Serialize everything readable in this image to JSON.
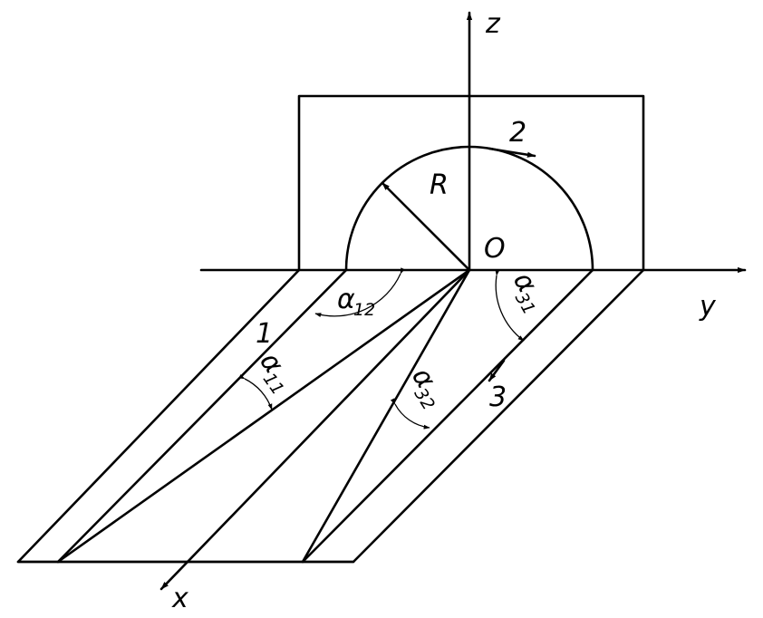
{
  "axes": {
    "x": "x",
    "y": "y",
    "z": "z"
  },
  "points": {
    "origin": "O"
  },
  "surfaces": {
    "s1": "1",
    "s2": "2",
    "s3": "3"
  },
  "radius": "R",
  "angles": {
    "a12": {
      "sym": "α",
      "sub": "12"
    },
    "a11": {
      "sym": "α",
      "sub": "11"
    },
    "a31": {
      "sym": "α",
      "sub": "31"
    },
    "a32": {
      "sym": "α",
      "sub": "32"
    }
  },
  "colors": {
    "ink": "#000000",
    "paper": "#ffffff"
  }
}
